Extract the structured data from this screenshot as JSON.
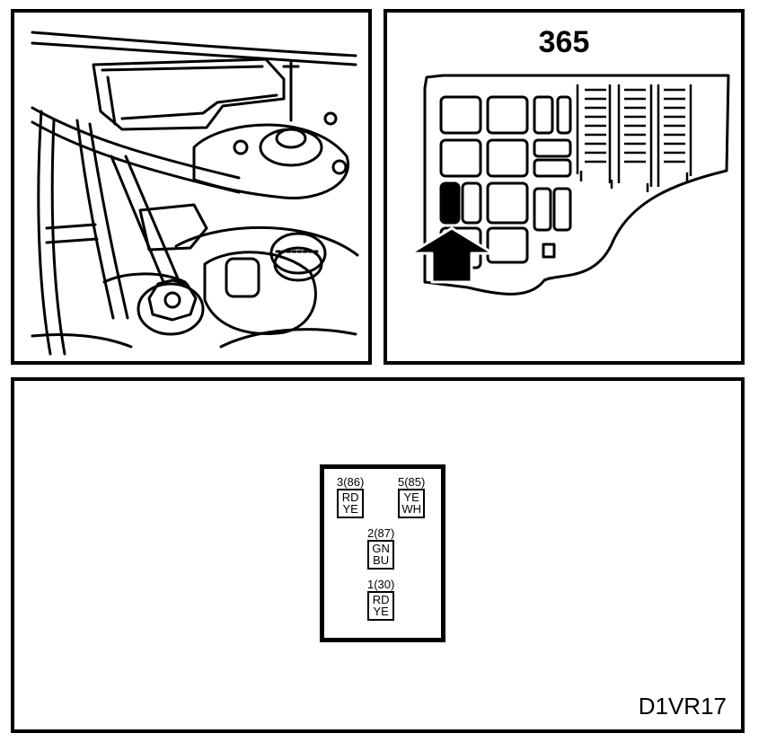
{
  "fuse_box": {
    "relay_number": "365"
  },
  "connector": {
    "pins": [
      {
        "label": "3(86)",
        "colors": [
          "RD",
          "YE"
        ]
      },
      {
        "label": "5(85)",
        "colors": [
          "YE",
          "WH"
        ]
      },
      {
        "label": "2(87)",
        "colors": [
          "GN",
          "BU"
        ]
      },
      {
        "label": "1(30)",
        "colors": [
          "RD",
          "YE"
        ]
      }
    ]
  },
  "diagram_code": "D1VR17"
}
